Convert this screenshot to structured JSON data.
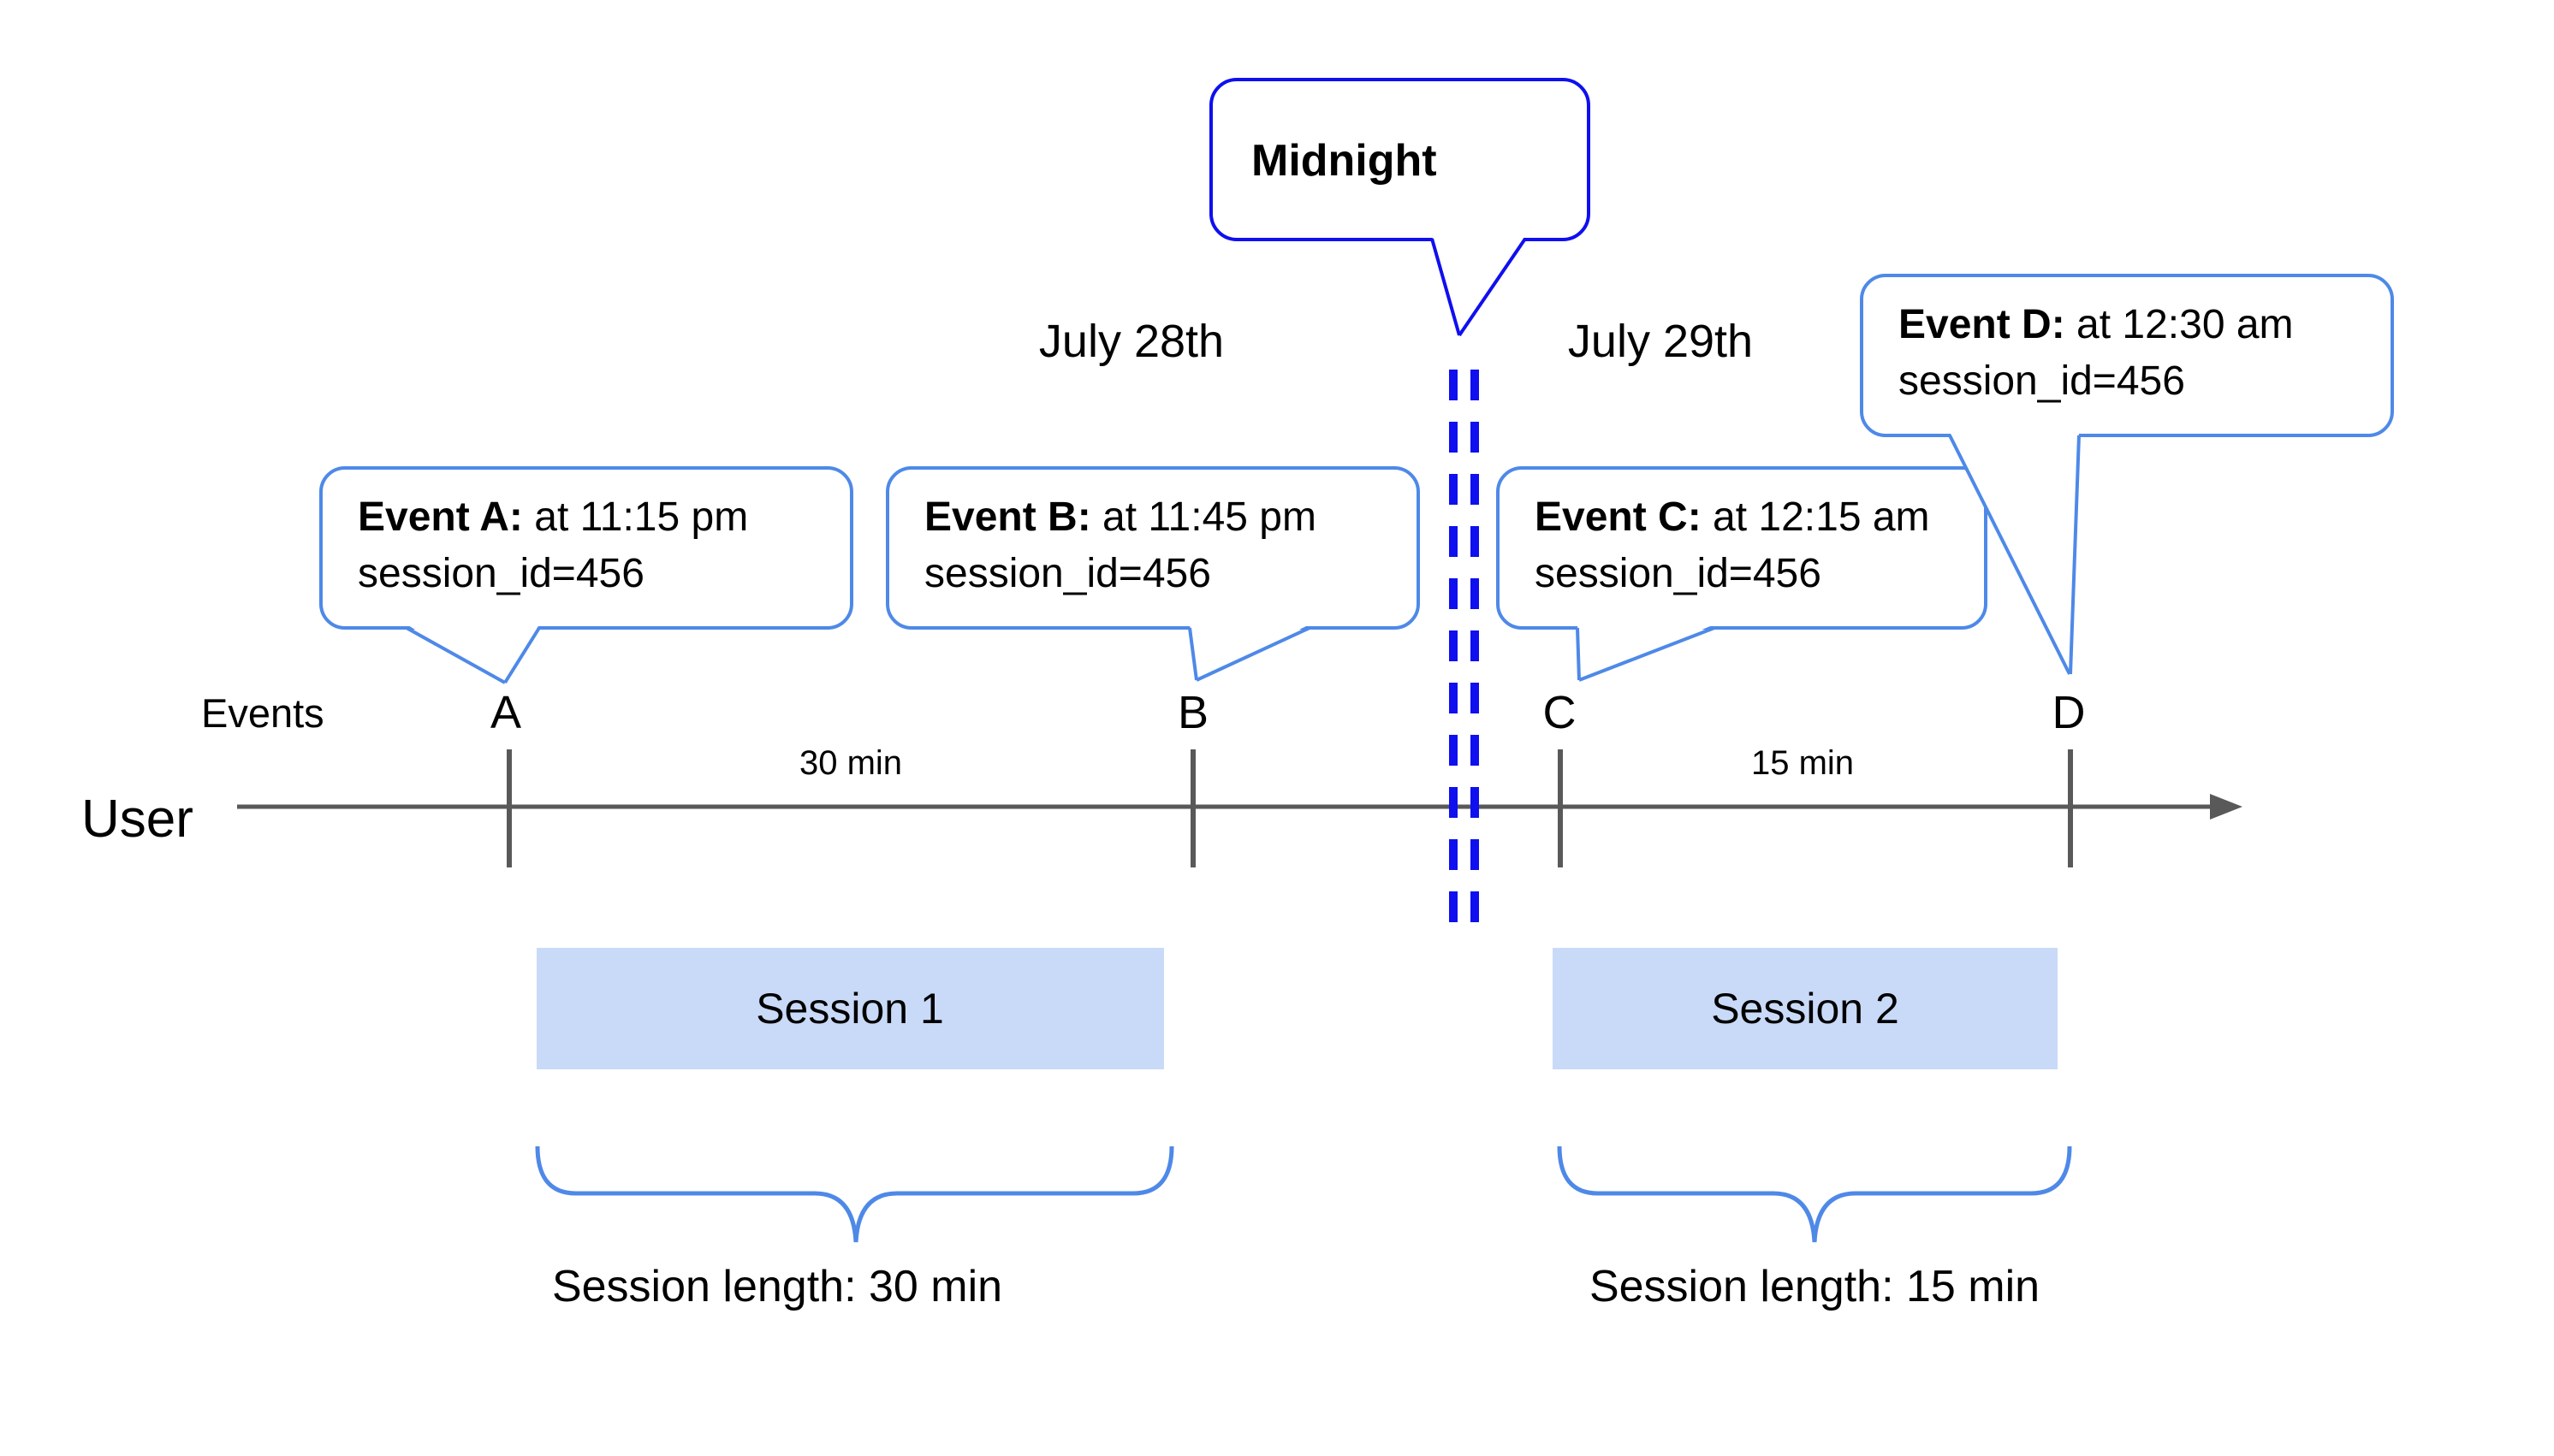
{
  "diagram": {
    "midnight_label": "Midnight",
    "date_left": "July 28th",
    "date_right": "July 29th",
    "events_axis_label": "Events",
    "user_axis_label": "User",
    "interval_1": "30 min",
    "interval_2": "15 min"
  },
  "events": [
    {
      "marker": "A",
      "title": "Event A:",
      "time": " at 11:15 pm",
      "session": "session_id=456"
    },
    {
      "marker": "B",
      "title": "Event B:",
      "time": " at 11:45 pm",
      "session": "session_id=456"
    },
    {
      "marker": "C",
      "title": "Event C:",
      "time": " at 12:15 am",
      "session": "session_id=456"
    },
    {
      "marker": "D",
      "title": "Event D:",
      "time": " at 12:30 am",
      "session": "session_id=456"
    }
  ],
  "sessions": [
    {
      "label": "Session 1",
      "length": "Session length: 30 min"
    },
    {
      "label": "Session 2",
      "length": "Session length: 15 min"
    }
  ],
  "colors": {
    "event_bubble_blue": "#4e89e8",
    "midnight_blue": "#0f0fef",
    "timeline_gray": "#595959",
    "session_fill": "#c9daf8"
  }
}
